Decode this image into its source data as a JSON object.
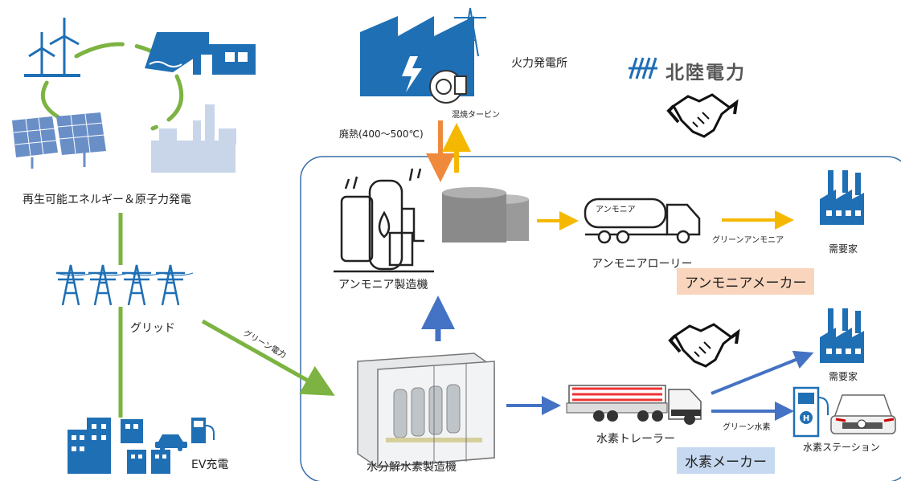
{
  "labels": {
    "renewable": "再生可能エネルギー＆原子力発電",
    "grid": "グリッド",
    "green_power": "グリーン電力",
    "ev": "EV充電",
    "thermal": "火力発電所",
    "turbine": "混焼タービン",
    "waste_heat": "廃熱(400～500℃)",
    "company": "北陸電力",
    "ammonia_plant": "アンモニア製造機",
    "ammonia_lorry": "アンモニアローリー",
    "ammonia_tank_text": "アンモニア",
    "green_ammonia": "グリーンアンモニア",
    "demand_1": "需要家",
    "ammonia_maker": "アンモニアメーカー",
    "electrolyzer": "水分解水素製造機",
    "h2_trailer": "水素トレーラー",
    "green_h2": "グリーン水素",
    "demand_2": "需要家",
    "h2_station": "水素ステーション",
    "h2_maker": "水素メーカー"
  },
  "colors": {
    "icon_blue": "#1f6fb5",
    "light_blue": "#5aa0d8",
    "green": "#7cb342",
    "orange": "#ef8a3c",
    "yellow": "#f5b800",
    "arrow_blue": "#4472c4",
    "frame": "#3a6ea5",
    "ammonia_tag": "#f9d5bd",
    "hydrogen_tag": "#c6d9f1"
  },
  "icons": [
    "wind-turbine-icon",
    "hydro-plant-icon",
    "solar-panel-icon",
    "nuclear-plant-icon",
    "pylon-icon",
    "building-icon",
    "car-icon",
    "ev-charger-icon",
    "factory-icon",
    "turbine-icon",
    "handshake-icon",
    "ammonia-reactor-icon",
    "storage-tank-icon",
    "tank-truck-icon",
    "electrolyzer-icon",
    "hydrogen-trailer-icon",
    "hydrogen-station-icon",
    "logo-icon"
  ]
}
